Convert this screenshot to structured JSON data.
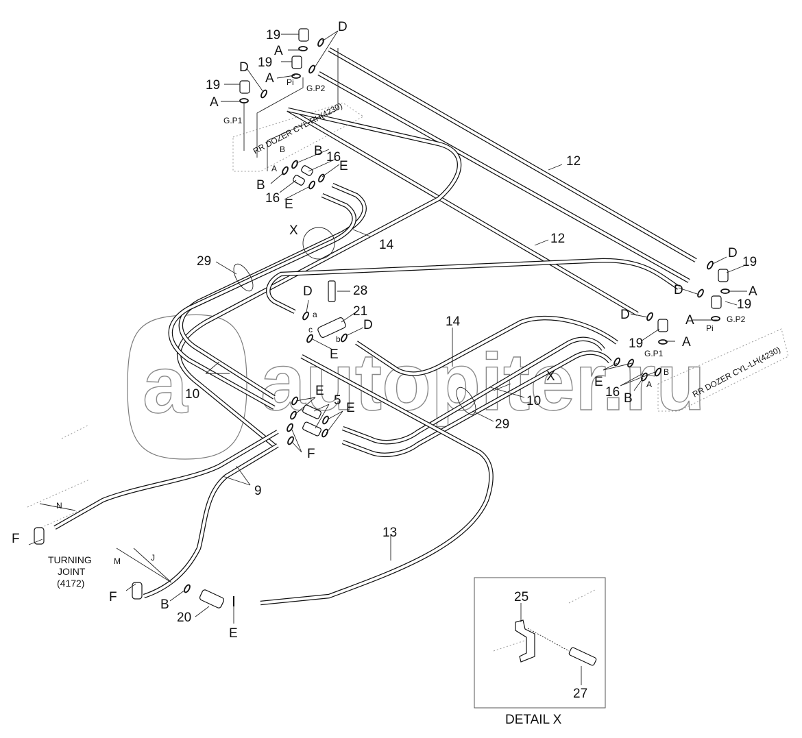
{
  "diagram": {
    "title": "Hydraulic hose arrangement – rear dozer circuit",
    "watermark": "autopiter.ru",
    "watermark_color": "#7c7c7c",
    "line_color": "#111111",
    "components": {
      "rr_dozer_rh": "RR DOZER CYL-RH(4230)",
      "rr_dozer_lh": "RR DOZER CYL-LH(4230)",
      "turning_joint_line1": "TURNING",
      "turning_joint_line2": "JOINT",
      "turning_joint_line3": "(4172)",
      "detail_title": "DETAIL  X"
    },
    "port_labels": {
      "gp1": "G.P1",
      "gp2": "G.P2",
      "pi": "Pi",
      "a": "a",
      "b": "b",
      "c": "c",
      "port_A": "A",
      "port_B": "B",
      "port_N": "N",
      "port_M": "M",
      "port_J": "J"
    },
    "callouts": [
      {
        "id": "c1",
        "text": "19"
      },
      {
        "id": "c2",
        "text": "A"
      },
      {
        "id": "c3",
        "text": "D"
      },
      {
        "id": "c4",
        "text": "19"
      },
      {
        "id": "c5",
        "text": "A"
      },
      {
        "id": "c6",
        "text": "D"
      },
      {
        "id": "c7",
        "text": "19"
      },
      {
        "id": "c8",
        "text": "A"
      },
      {
        "id": "c9",
        "text": "B"
      },
      {
        "id": "c10",
        "text": "16"
      },
      {
        "id": "c11",
        "text": "E"
      },
      {
        "id": "c12",
        "text": "B"
      },
      {
        "id": "c13",
        "text": "16"
      },
      {
        "id": "c14",
        "text": "E"
      },
      {
        "id": "c15",
        "text": "12"
      },
      {
        "id": "c16",
        "text": "12"
      },
      {
        "id": "c17",
        "text": "X"
      },
      {
        "id": "c18",
        "text": "14"
      },
      {
        "id": "c19",
        "text": "29"
      },
      {
        "id": "c20",
        "text": "D"
      },
      {
        "id": "c21",
        "text": "28"
      },
      {
        "id": "c22",
        "text": "21"
      },
      {
        "id": "c23",
        "text": "D"
      },
      {
        "id": "c24",
        "text": "E"
      },
      {
        "id": "c25",
        "text": "14"
      },
      {
        "id": "c26",
        "text": "D"
      },
      {
        "id": "c27",
        "text": "19"
      },
      {
        "id": "c28",
        "text": "A"
      },
      {
        "id": "c29",
        "text": "D"
      },
      {
        "id": "c30",
        "text": "19"
      },
      {
        "id": "c31",
        "text": "A"
      },
      {
        "id": "c32",
        "text": "D"
      },
      {
        "id": "c33",
        "text": "19"
      },
      {
        "id": "c34",
        "text": "A"
      },
      {
        "id": "c35",
        "text": "E"
      },
      {
        "id": "c36",
        "text": "16"
      },
      {
        "id": "c37",
        "text": "B"
      },
      {
        "id": "c38",
        "text": "X"
      },
      {
        "id": "c39",
        "text": "10"
      },
      {
        "id": "c40",
        "text": "29"
      },
      {
        "id": "c41",
        "text": "10"
      },
      {
        "id": "c42",
        "text": "E"
      },
      {
        "id": "c43",
        "text": "5"
      },
      {
        "id": "c44",
        "text": "E"
      },
      {
        "id": "c45",
        "text": "F"
      },
      {
        "id": "c46",
        "text": "9"
      },
      {
        "id": "c47",
        "text": "13"
      },
      {
        "id": "c48",
        "text": "F"
      },
      {
        "id": "c49",
        "text": "F"
      },
      {
        "id": "c50",
        "text": "B"
      },
      {
        "id": "c51",
        "text": "20"
      },
      {
        "id": "c52",
        "text": "E"
      },
      {
        "id": "c53",
        "text": "25"
      },
      {
        "id": "c54",
        "text": "27"
      }
    ]
  }
}
